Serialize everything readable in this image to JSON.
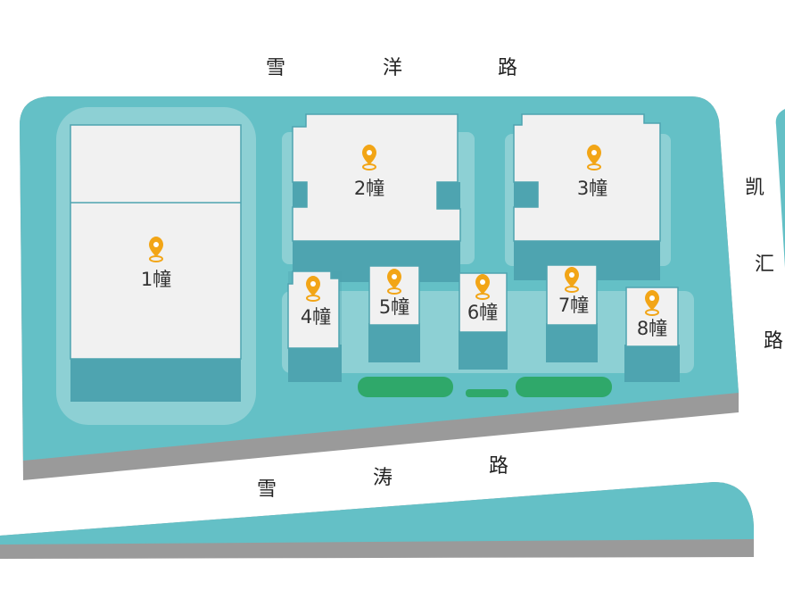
{
  "roads": {
    "top": [
      "雪",
      "洋",
      "路"
    ],
    "bottom": [
      "雪",
      "涛",
      "路"
    ],
    "right": [
      "凯",
      "汇",
      "路"
    ]
  },
  "buildings": [
    {
      "id": "1",
      "label": "1幢"
    },
    {
      "id": "2",
      "label": "2幢"
    },
    {
      "id": "3",
      "label": "3幢"
    },
    {
      "id": "4",
      "label": "4幢"
    },
    {
      "id": "5",
      "label": "5幢"
    },
    {
      "id": "6",
      "label": "6幢"
    },
    {
      "id": "7",
      "label": "7幢"
    },
    {
      "id": "8",
      "label": "8幢"
    }
  ],
  "icons": {
    "building_marker": "map-pin-icon"
  },
  "colors": {
    "site": "#64c0c6",
    "site_shadow": "#9a9a9a",
    "plaza": "#8dd0d4",
    "building_top": "#f1f1f1",
    "building_side": "#4ea4b0",
    "green": "#2fa86a",
    "pin": "#f2a516"
  }
}
